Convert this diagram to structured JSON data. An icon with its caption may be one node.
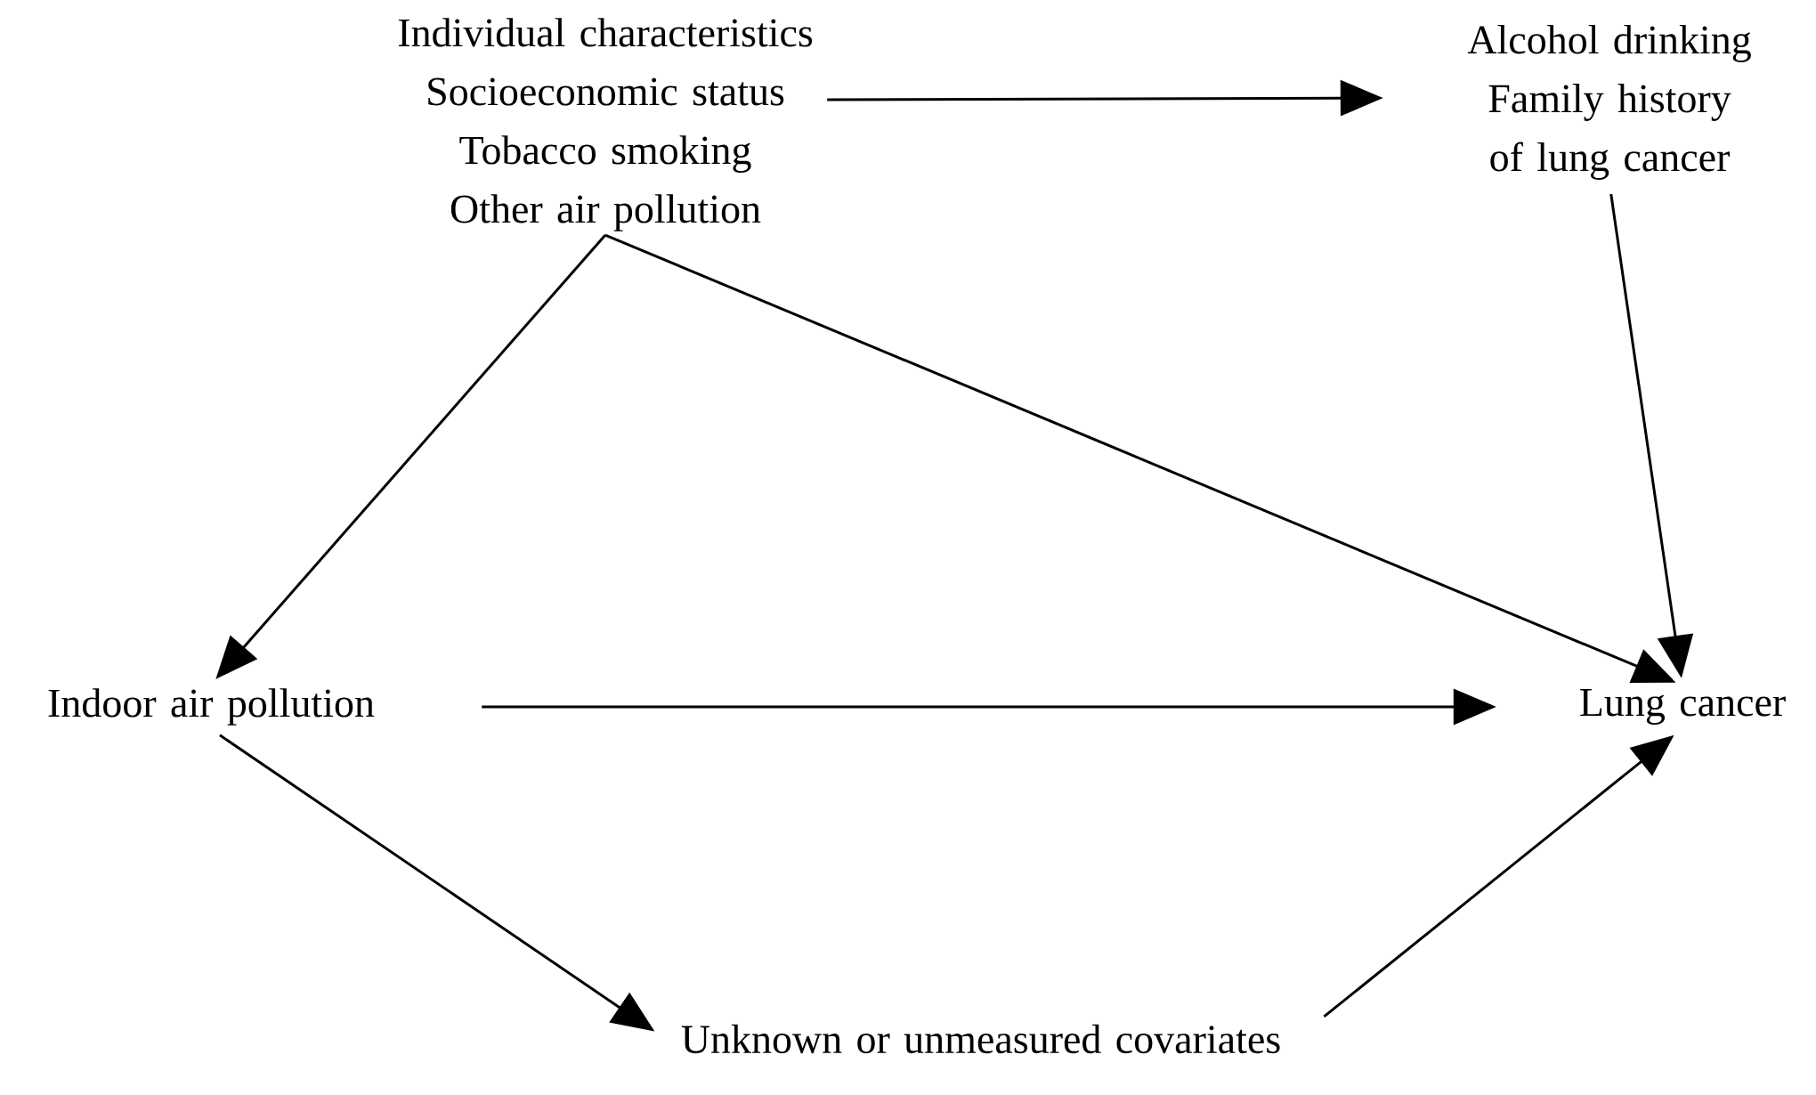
{
  "diagram": {
    "nodes": [
      {
        "text": [
          "Individual characteristics",
          "Socioeconomic status",
          "Tobacco smoking",
          "Other air pollution"
        ]
      },
      {
        "text": [
          "Alcohol drinking",
          "Family history of lung cancer"
        ]
      },
      {
        "text": [
          "Indoor air pollution"
        ]
      },
      {
        "text": [
          "Lung cancer"
        ]
      },
      {
        "text": [
          "Unknown or unmeasured covariates"
        ]
      }
    ],
    "edges": [
      {
        "from": 0,
        "to": 1,
        "arrow": "to"
      },
      {
        "from": 0,
        "to": 2,
        "arrow": "to"
      },
      {
        "from": 0,
        "to": 3,
        "arrow": "to"
      },
      {
        "from": 1,
        "to": 3,
        "arrow": "to"
      },
      {
        "from": 2,
        "to": 3,
        "arrow": "to"
      },
      {
        "from": 2,
        "to": 4,
        "arrow": "to"
      },
      {
        "from": 4,
        "to": 3,
        "arrow": "to"
      }
    ]
  }
}
